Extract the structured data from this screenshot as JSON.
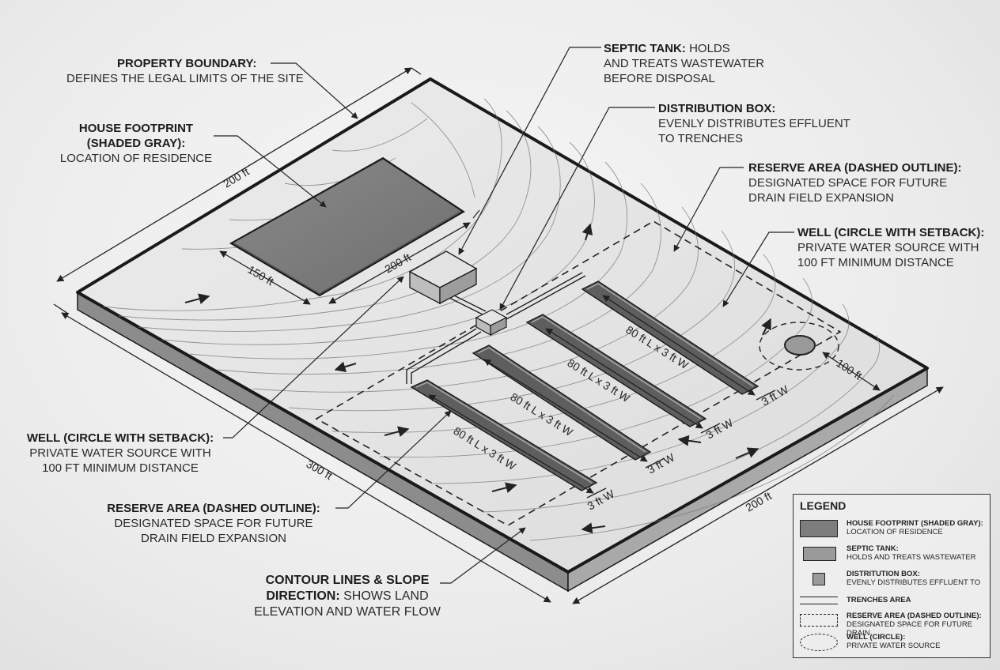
{
  "callouts": {
    "property_boundary": {
      "title": "PROPERTY BOUNDARY:",
      "desc": "DEFINES THE LEGAL LIMITS OF THE SITE"
    },
    "house_footprint": {
      "title_line1": "HOUSE FOOTPRINT",
      "title_line2": "(SHADED GRAY):",
      "desc": "LOCATION OF RESIDENCE"
    },
    "septic_tank": {
      "title": "SEPTIC TANK:",
      "desc1": "HOLDS",
      "desc2": "AND TREATS WASTEWATER",
      "desc3": "BEFORE DISPOSAL"
    },
    "distribution_box": {
      "title": "DISTRIBUTION BOX:",
      "desc1": "EVENLY DISTRIBUTES EFFLUENT",
      "desc2": "TO TRENCHES"
    },
    "reserve_area_right": {
      "title": "RESERVE AREA (DASHED OUTLINE):",
      "desc1": "DESIGNATED SPACE FOR FUTURE",
      "desc2": "DRAIN FIELD EXPANSION"
    },
    "well_right": {
      "title": "WELL (CIRCLE WITH SETBACK):",
      "desc1": "PRIVATE WATER SOURCE WITH",
      "desc2": "100 ft MINIMUM DISTANCE"
    },
    "well_left": {
      "title": "WELL (CIRCLE WITH SETBACK):",
      "desc1": "PRIVATE WATER SOURCE WITH",
      "desc2": "100 ft MINIMUM DISTANCE"
    },
    "reserve_area_left": {
      "title": "RESERVE AREA (DASHED OUTLINE):",
      "desc1": "DESIGNATED SPACE FOR FUTURE",
      "desc2": "DRAIN FIELD EXPANSION"
    },
    "contour": {
      "title_line1": "CONTOUR LINES & SLOPE",
      "title_line2": "DIRECTION:",
      "desc_inline": "SHOWS LAND",
      "desc2": "ELEVATION AND WATER FLOW"
    }
  },
  "dimensions": {
    "top_edge": "200 ft",
    "left_edge": "300 ft",
    "right_edge": "200 ft",
    "house_width": "150 ft",
    "house_length": "200 ft",
    "well_setback": "100 ft",
    "trench_length": "80 ft L x 3 ft W",
    "trench_width": "3 ft W"
  },
  "legend": {
    "title": "LEGEND",
    "items": [
      {
        "label": "HOUSE FOOTPRINT (SHADED GRAY):",
        "desc": "LOCATION OF RESIDENCE"
      },
      {
        "label": "SEPTIC TANK:",
        "desc": "HOLDS AND TREATS WASTEWATER"
      },
      {
        "label": "DISTRITUTION BOX:",
        "desc": "EVENLY DISTRIBUTES EFFLUENT TO"
      },
      {
        "label": "TRENCHES AREA",
        "desc": ""
      },
      {
        "label": "RESERVE AREA (DASHED OUTLINE):",
        "desc": "DESIGNATED SPACE FOR FUTURE DRAIN"
      },
      {
        "label": "WELL (CIRCLE):",
        "desc": "PRIVATE WATER SOURCE"
      }
    ]
  },
  "colors": {
    "house": "#7d7d7d",
    "plot": "#e6e6e6",
    "edge": "#1a1a1a"
  }
}
